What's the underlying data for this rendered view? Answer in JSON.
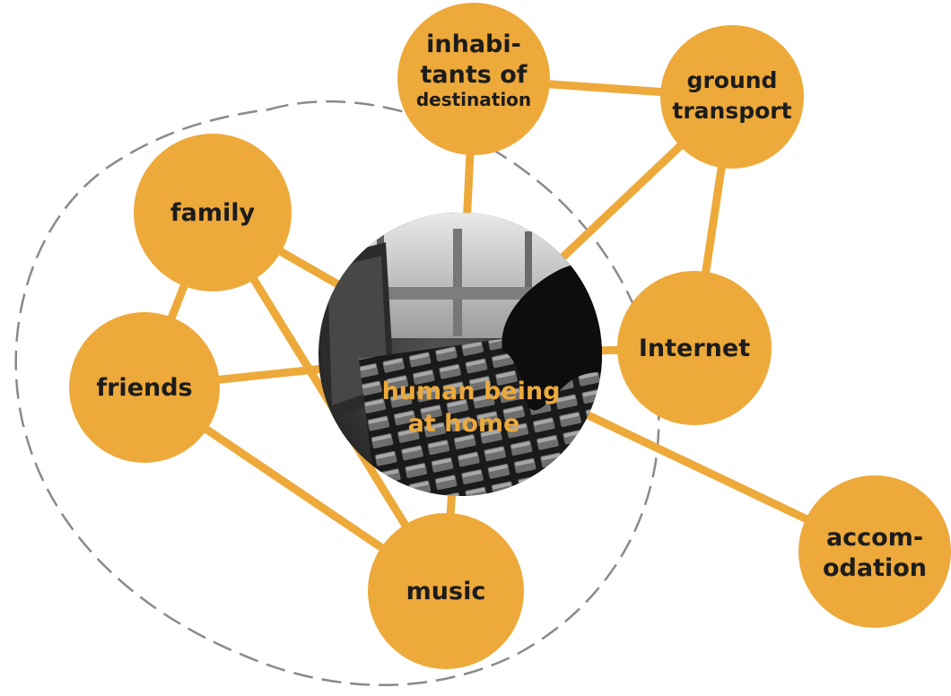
{
  "diagram": {
    "center": {
      "id": "home",
      "label_lines": [
        "human being",
        "at home"
      ],
      "image_description_icon": "laptop-keyboard-photo"
    },
    "nodes": [
      {
        "id": "inhabitants",
        "label_lines": [
          "inhabi-",
          "tants of",
          "destination"
        ]
      },
      {
        "id": "transport",
        "label_lines": [
          "ground",
          "transport"
        ]
      },
      {
        "id": "family",
        "label_lines": [
          "family"
        ]
      },
      {
        "id": "friends",
        "label_lines": [
          "friends"
        ]
      },
      {
        "id": "internet",
        "label_lines": [
          "Internet"
        ]
      },
      {
        "id": "music",
        "label_lines": [
          "music"
        ]
      },
      {
        "id": "accomodation",
        "label_lines": [
          "accom-",
          "odation"
        ]
      }
    ],
    "edges": [
      [
        "home",
        "inhabitants"
      ],
      [
        "home",
        "transport"
      ],
      [
        "home",
        "family"
      ],
      [
        "home",
        "friends"
      ],
      [
        "home",
        "internet"
      ],
      [
        "home",
        "music"
      ],
      [
        "home",
        "accomodation"
      ],
      [
        "inhabitants",
        "transport"
      ],
      [
        "transport",
        "internet"
      ],
      [
        "family",
        "friends"
      ],
      [
        "family",
        "music"
      ],
      [
        "friends",
        "music"
      ]
    ],
    "colors": {
      "node_fill": "#EDA93A",
      "node_text": "#1c1c1c",
      "center_text": "#EDA93A",
      "boundary": "#8a8a8a"
    }
  }
}
